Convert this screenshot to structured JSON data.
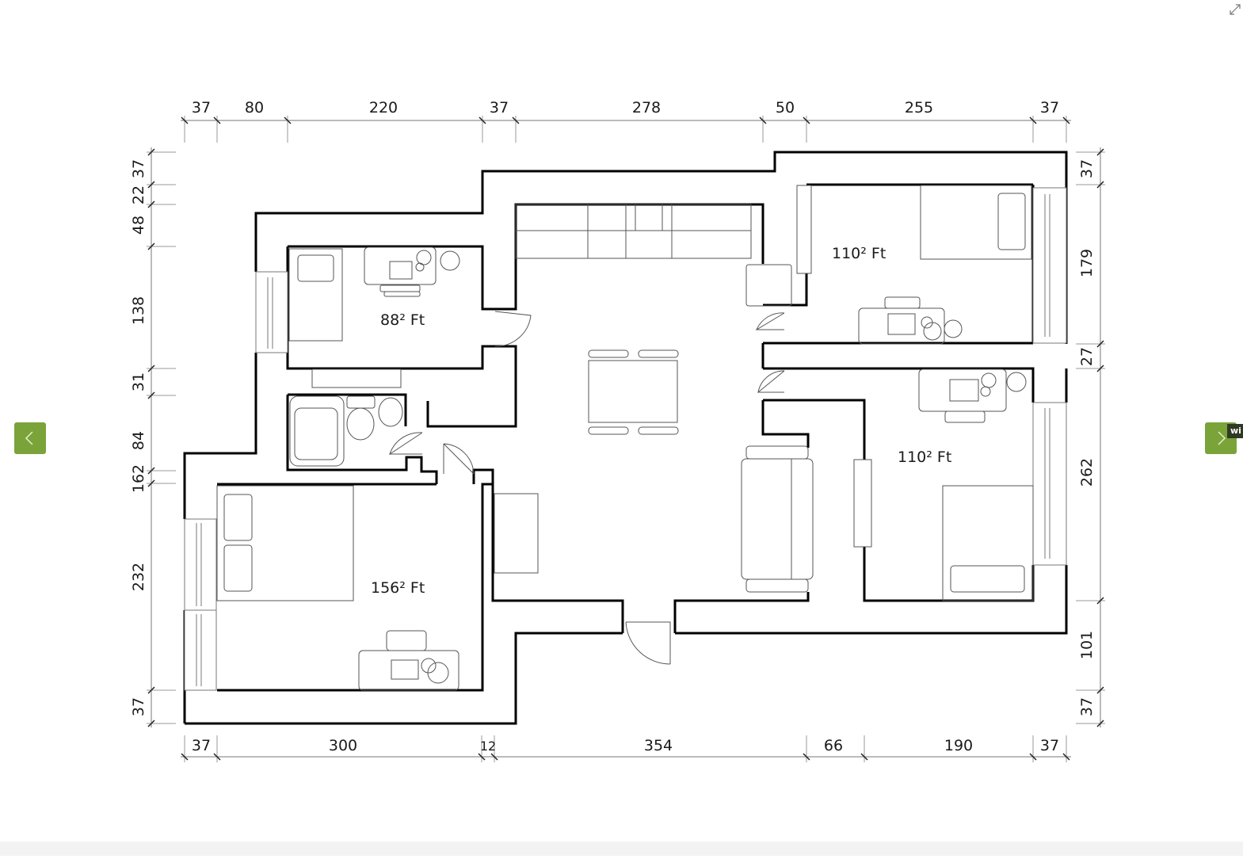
{
  "viewer": {
    "prev_button": {
      "icon": "chevron-left-icon",
      "color": "#7aa33a"
    },
    "next_button": {
      "icon": "chevron-right-icon",
      "color": "#7aa33a"
    },
    "next_tooltip": "wi",
    "expand_icon": "expand-arrows-icon"
  },
  "floor_plan": {
    "rooms": [
      {
        "id": "bedroom-small",
        "area": "88",
        "unit": "² Ft"
      },
      {
        "id": "bedroom-top-right",
        "area": "110",
        "unit": "² Ft"
      },
      {
        "id": "bedroom-bottom-right",
        "area": "110",
        "unit": "² Ft"
      },
      {
        "id": "master-bedroom",
        "area": "156",
        "unit": "² Ft"
      }
    ],
    "dimensions": {
      "top": [
        "37",
        "80",
        "220",
        "37",
        "278",
        "50",
        "255",
        "37"
      ],
      "bottom": [
        "37",
        "300",
        "12",
        "354",
        "66",
        "190",
        "37"
      ],
      "left": [
        "37",
        "22",
        "48",
        "138",
        "31",
        "84",
        "162",
        "232",
        "37"
      ],
      "right": [
        "37",
        "179",
        "27",
        "262",
        "101",
        "37"
      ]
    },
    "colors": {
      "wall": "#000000",
      "furniture": "#555555",
      "dimension_line": "#888888"
    }
  }
}
